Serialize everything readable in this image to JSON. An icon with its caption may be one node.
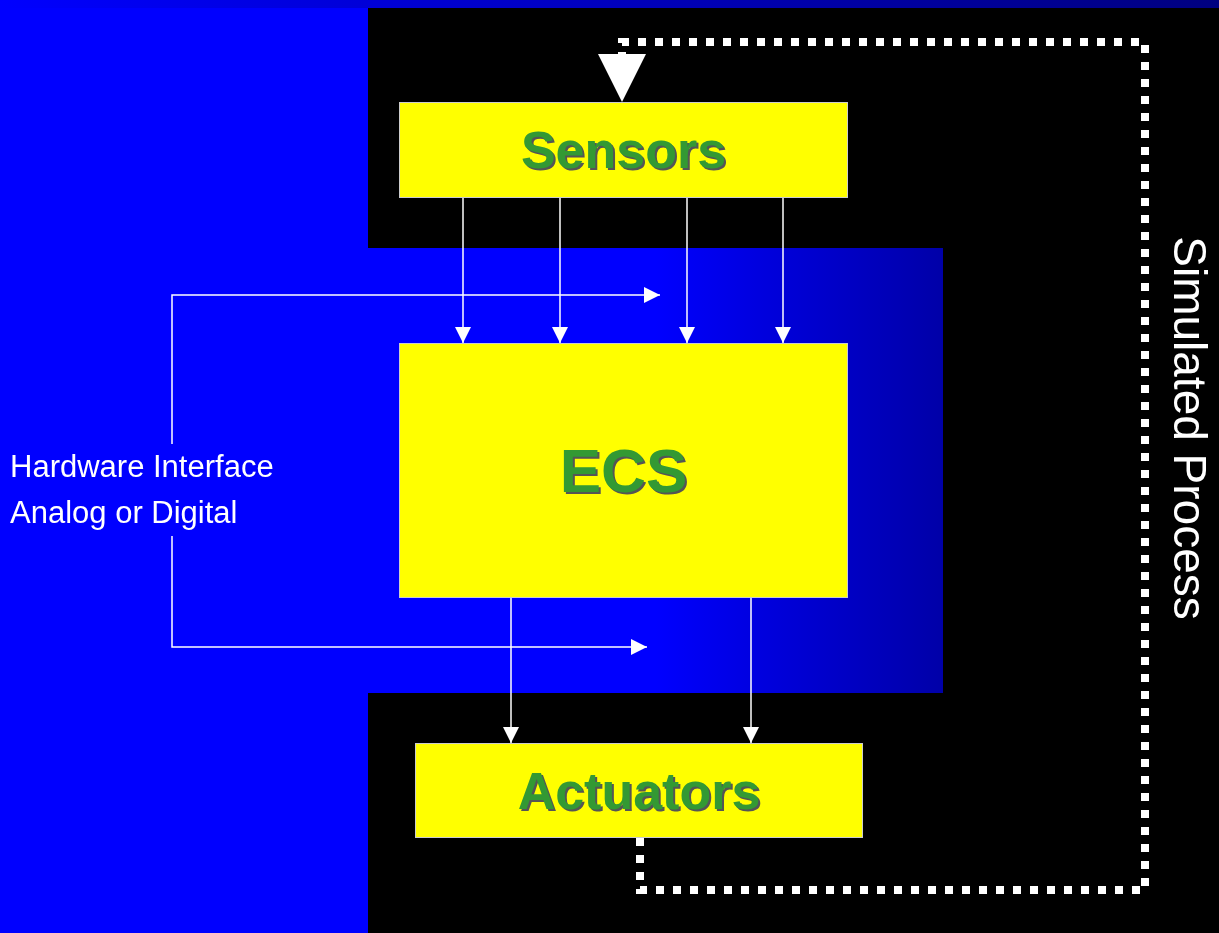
{
  "diagram": {
    "nodes": [
      {
        "text": [
          "Sensors"
        ]
      },
      {
        "text": [
          "ECS"
        ]
      },
      {
        "text": [
          "Actuators"
        ]
      },
      {
        "text": [
          "Hardware Interface Analog or Digital"
        ]
      }
    ],
    "edges": [
      {
        "from": 0,
        "to": 1,
        "arrow": "to"
      },
      {
        "from": 0,
        "to": 1,
        "arrow": "to"
      },
      {
        "from": 0,
        "to": 1,
        "arrow": "to"
      },
      {
        "from": 0,
        "to": 1,
        "arrow": "to"
      },
      {
        "from": 1,
        "to": 2,
        "arrow": "to"
      },
      {
        "from": 1,
        "to": 2,
        "arrow": "to"
      },
      {
        "from": 3,
        "to": null,
        "arrow": "to"
      },
      {
        "from": 3,
        "to": null,
        "arrow": "to"
      },
      {
        "from": 2,
        "to": 0,
        "arrow": "to",
        "style": "dashed"
      }
    ],
    "labels": [
      "Simulated Process"
    ]
  }
}
